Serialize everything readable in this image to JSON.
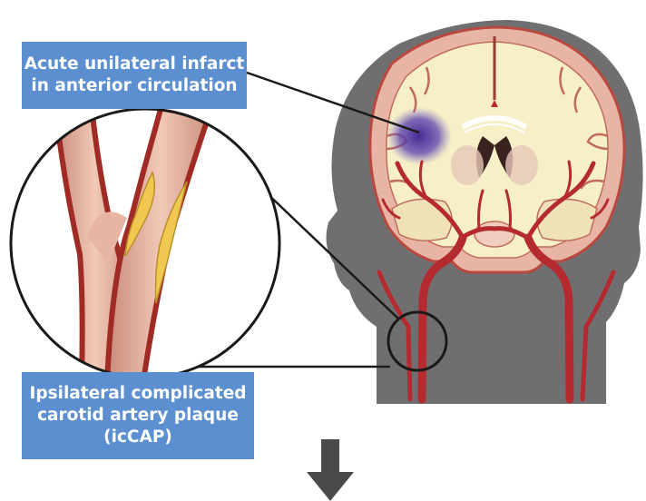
{
  "labels": {
    "infarct": {
      "line1": "Acute unilateral infarct",
      "line2": "in anterior circulation"
    },
    "plaque": {
      "line1": "Ipsilateral complicated",
      "line2": "carotid artery plaque",
      "line3": "(icCAP)"
    }
  },
  "colors": {
    "label_box": "#5b8fd0",
    "label_text": "#ffffff",
    "head_silhouette": "#6f6f72",
    "brain_white_matter": "#f6efc8",
    "brain_cortex": "#e8b4a6",
    "artery": "#b52a2f",
    "infarct": "#4a2f9e",
    "plaque": "#f0c850",
    "arrow": "#4a4a4a"
  },
  "icons": [
    "magnifier-circle",
    "down-arrow"
  ]
}
